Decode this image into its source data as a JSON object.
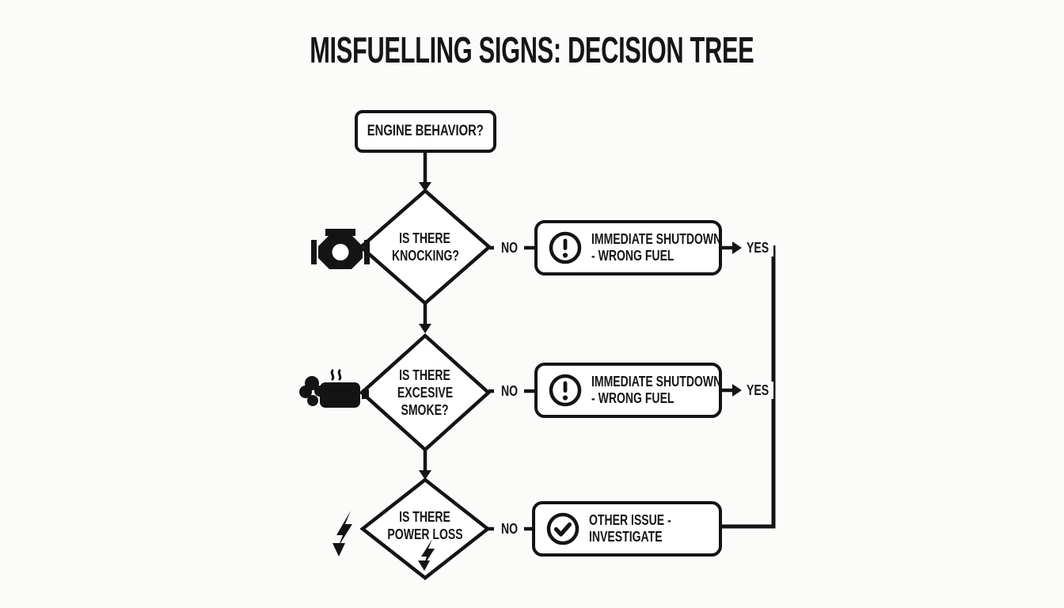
{
  "title": "MISFUELLING SIGNS: DECISION TREE",
  "colors": {
    "ink": "#141414",
    "paper": "#fbfbfa",
    "node_fill": "#ffffff"
  },
  "nodes": {
    "start": {
      "label": "ENGINE BEHAVIOR?"
    },
    "decision1": {
      "line1": "IS THERE",
      "line2": "KNOCKING?",
      "icon": "engine-icon",
      "no": "NO",
      "yes": "YES"
    },
    "outcome1": {
      "line1": "IMMEDIATE SHUTDOWN",
      "line2": "- WRONG FUEL",
      "icon": "warning-icon"
    },
    "decision2": {
      "line1": "IS THERE",
      "line2": "EXCESIVE",
      "line3": "SMOKE?",
      "icon": "exhaust-smoke-icon",
      "no": "NO",
      "yes": "YES"
    },
    "outcome2": {
      "line1": "IMMEDIATE SHUTDOWN",
      "line2": "- WRONG FUEL",
      "icon": "warning-icon"
    },
    "decision3": {
      "line1": "IS THERE",
      "line2": "POWER LOSS",
      "icon": "lightning-bolt-icon",
      "no": "NO"
    },
    "outcome3": {
      "line1": "OTHER ISSUE -",
      "line2": "INVESTIGATE",
      "icon": "check-icon"
    }
  }
}
